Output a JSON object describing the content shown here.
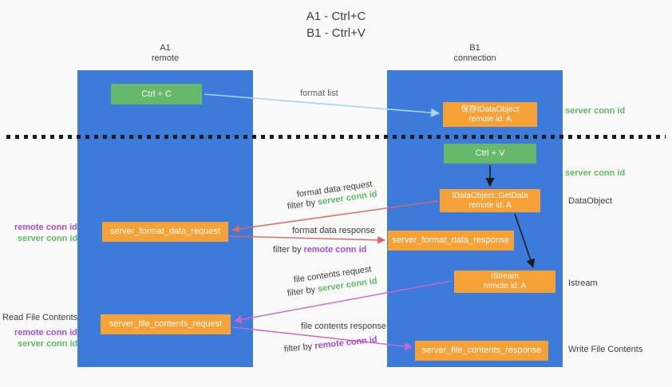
{
  "title": {
    "line1": "A1 - Ctrl+C",
    "line2": "B1 - Ctrl+V"
  },
  "lanes": {
    "left": {
      "name": "A1",
      "subtitle": "remote"
    },
    "right": {
      "name": "B1",
      "subtitle": "connection"
    }
  },
  "nodes": {
    "ctrl_c": {
      "label": "Ctrl + C"
    },
    "ctrl_v": {
      "label": "Ctrl + V"
    },
    "save_dataobject": {
      "line1": "保存IDataObject",
      "line2": "remote id: A"
    },
    "getdata": {
      "line1": "IDataObject::GetData",
      "line2": "remote id: A"
    },
    "istream": {
      "line1": "IStream",
      "line2": "remote id: A"
    },
    "format_request": {
      "label": "server_format_data_request"
    },
    "format_response": {
      "label": "server_format_data_response"
    },
    "file_request": {
      "label": "server_file_contents_request"
    },
    "file_response": {
      "label": "server_file_contents_response"
    }
  },
  "arrow_labels": {
    "format_list": "format list",
    "format_data_request": "format data request",
    "format_data_response": "format data response",
    "file_contents_request": "file contents request",
    "file_contents_response": "file contents response",
    "filter_by": "filter by "
  },
  "side_labels": {
    "server_conn_id": "server conn id",
    "remote_conn_id": "remote conn id",
    "dataobject": "DataObject",
    "istream": "Istream",
    "read_file_contents": "Read File Contents",
    "write_file_contents": "Write File Contents"
  },
  "colors": {
    "lane_blue": "#3c7bd9",
    "box_green": "#66b96b",
    "box_orange": "#f7a237",
    "conn_id_green": "#5fbb63",
    "conn_id_purple": "#a24fd8",
    "arrow_red": "#e06666",
    "arrow_magenta": "#cc66cc",
    "arrow_blue": "#a8d4ee",
    "arrow_black": "#1b1b1b"
  }
}
